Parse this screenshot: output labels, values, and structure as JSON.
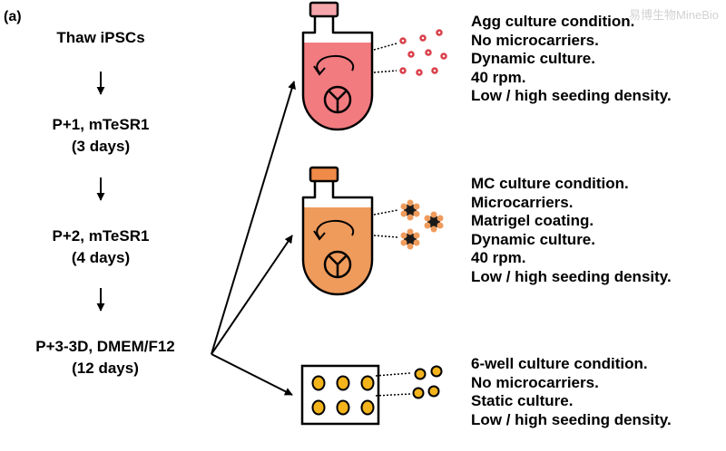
{
  "panel_label": "(a)",
  "watermark": "易博生物MineBio",
  "protocol_steps": [
    {
      "lines": [
        "Thaw iPSCs"
      ]
    },
    {
      "lines": [
        "P+1, mTeSR1",
        "(3 days)"
      ]
    },
    {
      "lines": [
        "P+2, mTeSR1",
        "(4 days)"
      ]
    },
    {
      "lines": [
        "P+3-3D, DMEM/F12",
        "(12 days)"
      ]
    }
  ],
  "conditions": [
    {
      "lines": [
        "Agg culture condition.",
        "No microcarriers.",
        "Dynamic culture.",
        "40 rpm.",
        "Low / high seeding density."
      ]
    },
    {
      "lines": [
        "MC culture condition.",
        "Microcarriers.",
        "Matrigel coating.",
        "Dynamic culture.",
        "40 rpm.",
        "Low / high seeding density."
      ]
    },
    {
      "lines": [
        "6-well culture condition.",
        "No microcarriers.",
        "Static culture.",
        "Low / high seeding density."
      ]
    }
  ],
  "colors": {
    "agg_flask_fill": "#f27b80",
    "agg_cap": "#f6a6ab",
    "agg_dots": "#d9404a",
    "mc_flask_fill": "#ef9b5c",
    "mc_cap": "#f08a49",
    "mc_bead_core": "#1a1a1a",
    "six_well_fill": "#f3b41b"
  }
}
